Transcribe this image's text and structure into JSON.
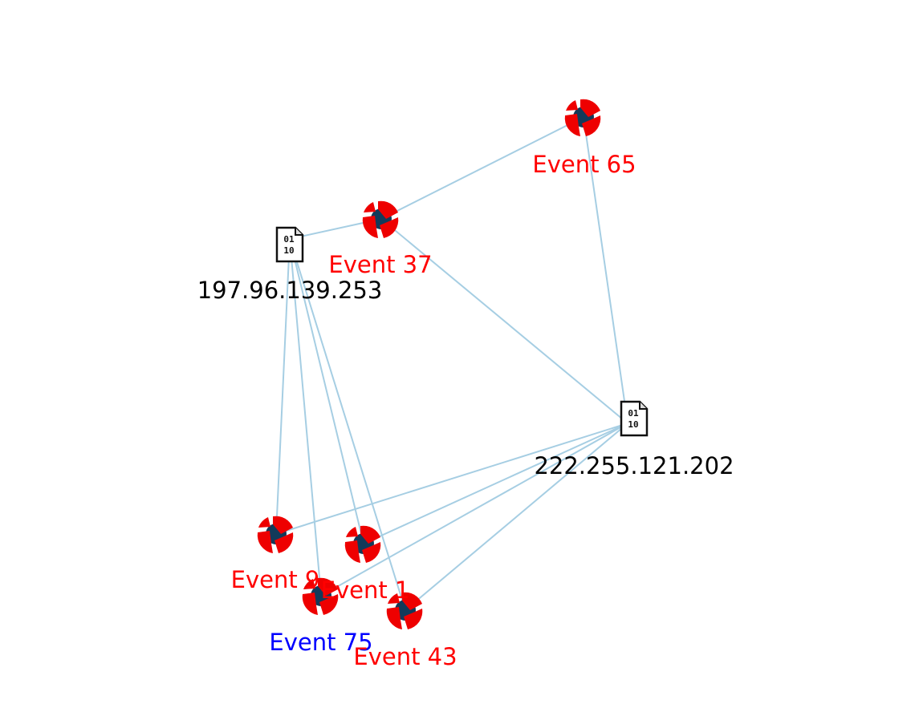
{
  "colors": {
    "edge": "#a6cee3",
    "event_icon": "#ee0000",
    "event_icon_core": "#123a5a",
    "ip_label": "#000000",
    "event_label_default": "#ff0000",
    "event_label_highlight": "#0000ff"
  },
  "nodes": {
    "ip1": {
      "label": "197.96.139.253",
      "type": "ip-address",
      "icon": "binary-file-icon",
      "label_color": "#000000"
    },
    "ip2": {
      "label": "222.255.121.202",
      "type": "ip-address",
      "icon": "binary-file-icon",
      "label_color": "#000000"
    },
    "e65": {
      "label": "Event 65",
      "type": "event",
      "icon": "event-icon",
      "label_color": "#ff0000"
    },
    "e37": {
      "label": "Event 37",
      "type": "event",
      "icon": "event-icon",
      "label_color": "#ff0000"
    },
    "e9": {
      "label": "Event 9",
      "type": "event",
      "icon": "event-icon",
      "label_color": "#ff0000"
    },
    "e1": {
      "label": "Event 1",
      "type": "event",
      "icon": "event-icon",
      "label_color": "#ff0000"
    },
    "e75": {
      "label": "Event 75",
      "type": "event",
      "icon": "event-icon",
      "label_color": "#0000ff"
    },
    "e43": {
      "label": "Event 43",
      "type": "event",
      "icon": "event-icon",
      "label_color": "#ff0000"
    }
  },
  "edges": [
    [
      "ip1",
      "e37"
    ],
    [
      "e37",
      "e65"
    ],
    [
      "e65",
      "ip2"
    ],
    [
      "e37",
      "ip2"
    ],
    [
      "ip1",
      "e9"
    ],
    [
      "ip1",
      "e75"
    ],
    [
      "ip1",
      "e1"
    ],
    [
      "ip1",
      "e43"
    ],
    [
      "ip2",
      "e9"
    ],
    [
      "ip2",
      "e1"
    ],
    [
      "ip2",
      "e75"
    ],
    [
      "ip2",
      "e43"
    ]
  ]
}
